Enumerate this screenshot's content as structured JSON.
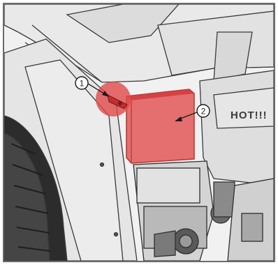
{
  "image": {
    "warning_label": "HOT!!!",
    "callouts": [
      {
        "number": "1",
        "label_color": "#ffffff"
      },
      {
        "number": "2",
        "label_color": "#ffffff"
      }
    ],
    "highlight_colors": {
      "item_1": "#e14a4a",
      "item_2": "#e14a4a"
    }
  }
}
